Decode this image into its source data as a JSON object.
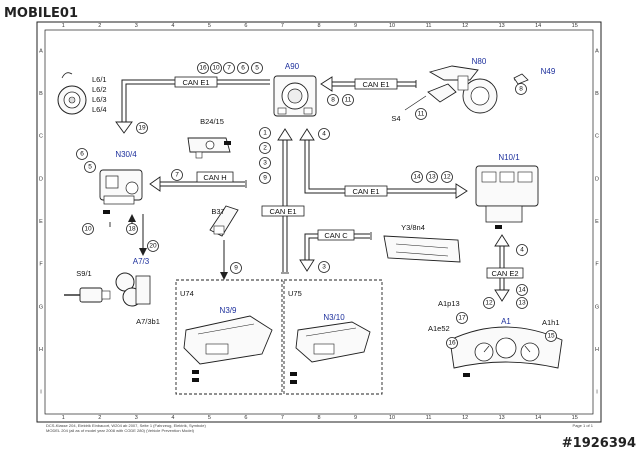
{
  "watermark": {
    "brand": "MOBILE01",
    "post_id": "#1926394"
  },
  "grid": {
    "columns": [
      "1",
      "2",
      "3",
      "4",
      "5",
      "6",
      "7",
      "8",
      "9",
      "10",
      "11",
      "12",
      "13",
      "14",
      "15"
    ],
    "rows": [
      "A",
      "B",
      "C",
      "D",
      "E",
      "F",
      "G",
      "H",
      "I"
    ]
  },
  "components": {
    "a90": "A90",
    "n80": "N80",
    "n49": "N49",
    "n30_4": "N30/4",
    "n10_1": "N10/1",
    "b24_15": "B24/15",
    "b37": "B37",
    "y3_8n4": "Y3/8n4",
    "a7_3": "A7/3",
    "a7_3b1": "A7/3b1",
    "s9_1": "S9/1",
    "s4": "S4",
    "u74": "U74",
    "u75": "U75",
    "n3_9": "N3/9",
    "n3_10": "N3/10",
    "a1": "A1",
    "a1p13": "A1p13",
    "a1e52": "A1e52",
    "a1h1": "A1h1",
    "l6_labels": [
      "L6/1",
      "L6/2",
      "L6/3",
      "L6/4"
    ]
  },
  "buses": {
    "can_e1_top_left": "CAN E1",
    "can_e1_top_right": "CAN E1",
    "can_h": "CAN H",
    "can_e1_vertical": "CAN E1",
    "can_e1_right": "CAN E1",
    "can_c": "CAN C",
    "can_e2": "CAN E2"
  },
  "numbers": {
    "a90_top_left": [
      "16",
      "10",
      "7",
      "6",
      "5"
    ],
    "a90_right": [
      "8",
      "11"
    ],
    "n49_num": "8",
    "s4_num": "11",
    "n30_4_left": [
      "6",
      "5"
    ],
    "l6_arrow": "19",
    "can_h_num": "7",
    "vertical_list": [
      "1",
      "2",
      "3",
      "9"
    ],
    "right_up_num": "4",
    "can_e1_right_nums": [
      "14",
      "13",
      "12"
    ],
    "b37_num": "9",
    "can_c_num": "3",
    "a7_3_nums": [
      "10",
      "18",
      "20"
    ],
    "can_e2_top": "4",
    "can_e2_bottom_left": "12",
    "can_e2_bottom_right": [
      "14",
      "13"
    ],
    "a1_nums": [
      "17",
      "16",
      "15"
    ]
  },
  "footer": {
    "line1": "DCS-Klasse 204, Elektrik Einbauort, W204 ab 2007, Seite 1 (Fahrzeug, Elektrik, Symbole)",
    "line2": "MODEL 204 (all as of model year 2008 with CODE 280) (Vehicle Prevention Model)",
    "page": "Page 1 of 1"
  }
}
